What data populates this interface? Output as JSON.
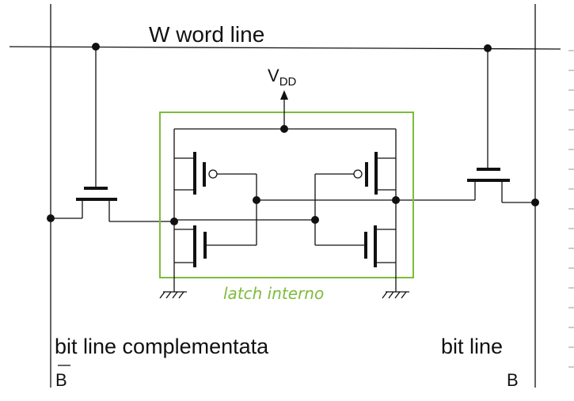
{
  "labels": {
    "word_line": "W  word line",
    "vdd": "V",
    "vdd_sub": "DD",
    "latch": "latch interno",
    "bitline_comp": "bit line complementata",
    "bitline_comp_symbol": "B",
    "bitline": "bit line",
    "bitline_symbol": "B"
  },
  "colors": {
    "wires": "#111111",
    "latch_box": "#7dbb3c",
    "latch_text": "#7dbb3c"
  }
}
